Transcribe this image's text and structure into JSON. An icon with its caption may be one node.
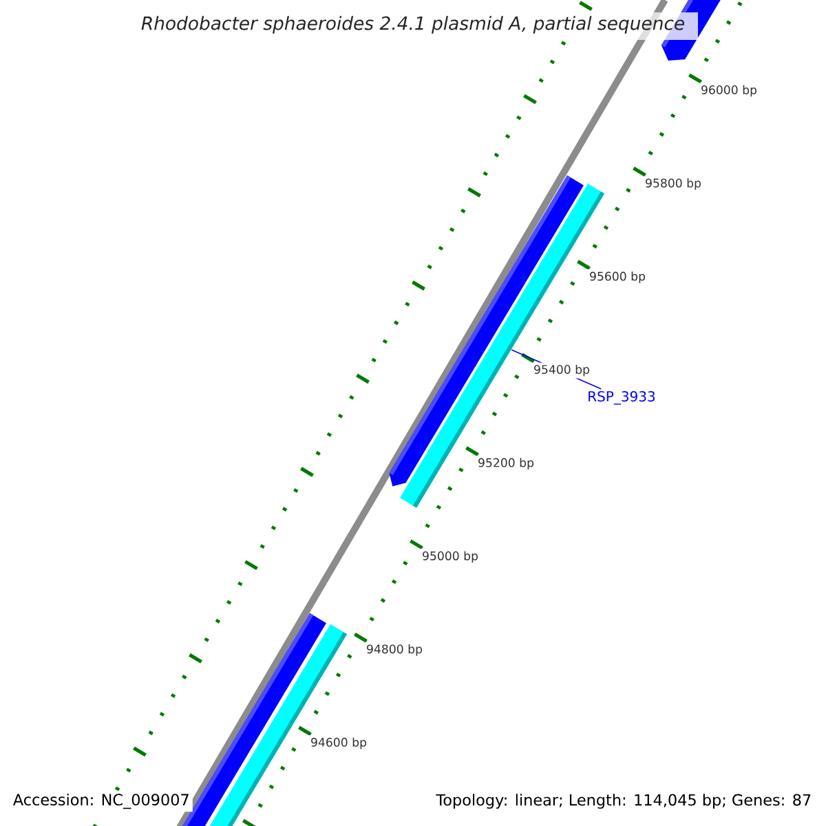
{
  "diagram": {
    "title": "*Rhodobacter sphaeroides* 2.4.1 plasmid A, partial sequence",
    "nodes": [
      {
        "text": [
          "RSP_3933"
        ]
      },
      {
        "text": [],
        "shape": "bar"
      }
    ],
    "edges": [
      {
        "from": 0,
        "to": 1,
        "arrow": "none",
        "color": "#0000ff"
      }
    ],
    "labels": [
      "96000 bp",
      "95800 bp",
      "95600 bp",
      "95400 bp",
      "95200 bp",
      "95000 bp",
      "94800 bp",
      "94600 bp",
      "Accession: NC_009007",
      "Topology: linear; Length: 114,045 bp; Genes: 87"
    ]
  }
}
